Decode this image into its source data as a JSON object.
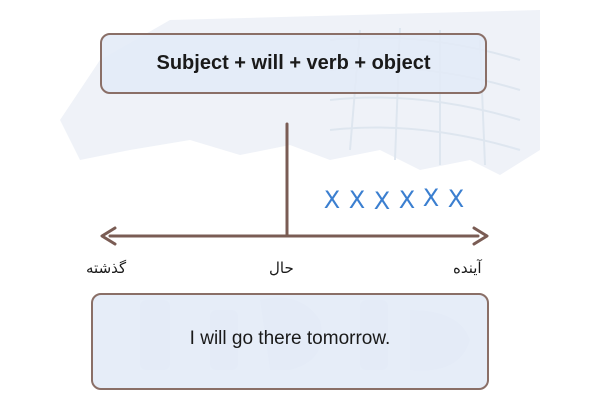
{
  "formula": "Subject + will + verb + object",
  "timeline": {
    "past_label": "گذشته",
    "present_label": "حال",
    "future_label": "آینده",
    "marks": [
      "X",
      "X",
      "X",
      "X",
      "X",
      "X"
    ]
  },
  "example": "I will go there tomorrow.",
  "colors": {
    "line": "#7a5c54",
    "box_border": "#8a6f67",
    "box_fill": "#e2ebf7",
    "mark": "#3b7fd0",
    "watermark": "#e8edf4"
  }
}
